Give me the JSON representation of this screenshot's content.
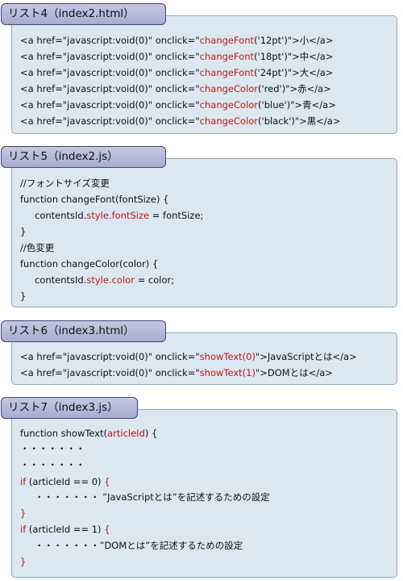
{
  "listing4": {
    "title": "リスト4（index2.html）",
    "lines": [
      [
        "<a href=\"javascript:void(0)\" onclick=\"",
        "changeFont",
        "('12pt')\">小</a>"
      ],
      [
        "<a href=\"javascript:void(0)\" onclick=\"",
        "changeFont",
        "('18pt')\">中</a>"
      ],
      [
        "<a href=\"javascript:void(0)\" onclick=\"",
        "changeFont",
        "('24pt')\">大</a>"
      ],
      [
        "<a href=\"javascript:void(0)\" onclick=\"",
        "changeColor",
        "('red')\">赤</a>"
      ],
      [
        "<a href=\"javascript:void(0)\" onclick=\"",
        "changeColor",
        "('blue')\">青</a>"
      ],
      [
        "<a href=\"javascript:void(0)\" onclick=\"",
        "changeColor",
        "('black')\">黒</a>"
      ]
    ]
  },
  "listing5": {
    "title": "リスト5（index2.js）",
    "lines": [
      "//フォントサイズ変更",
      "function changeFont(fontSize) {",
      [
        "contentsId.",
        "style.fontSize",
        " = fontSize;"
      ],
      "}",
      "//色変更",
      "function changeColor(color) {",
      [
        "contentsId.",
        "style.color",
        " = color;"
      ],
      "}"
    ]
  },
  "listing6": {
    "title": "リスト6（index3.html）",
    "lines": [
      [
        "<a href=\"javascript:void(0)\" onclick=\"",
        "showText(0)",
        "\">JavaScriptとは</a>"
      ],
      [
        "<a href=\"javascript:void(0)\" onclick=\"",
        "showText(1)",
        "\">DOMとは</a>"
      ]
    ]
  },
  "listing7": {
    "title": "リスト7（index3.js）",
    "lines": [
      [
        "function showText(",
        "articleId",
        ") {"
      ],
      "・・・・・・・",
      "・・・・・・・",
      [
        "if",
        " (articleId == 0) ",
        "{"
      ],
      "・・・・・・・ ”JavaScriptとは”を記述するための設定",
      "}",
      [
        "if",
        " (articleId == 1) ",
        "{"
      ],
      "・・・・・・・”DOMとは”を記述するための設定",
      "}"
    ]
  },
  "colors": {
    "keyword_red": "#c4141a",
    "panel_bg": "#dce8f1",
    "tab_bg": "#b3b7d6"
  }
}
